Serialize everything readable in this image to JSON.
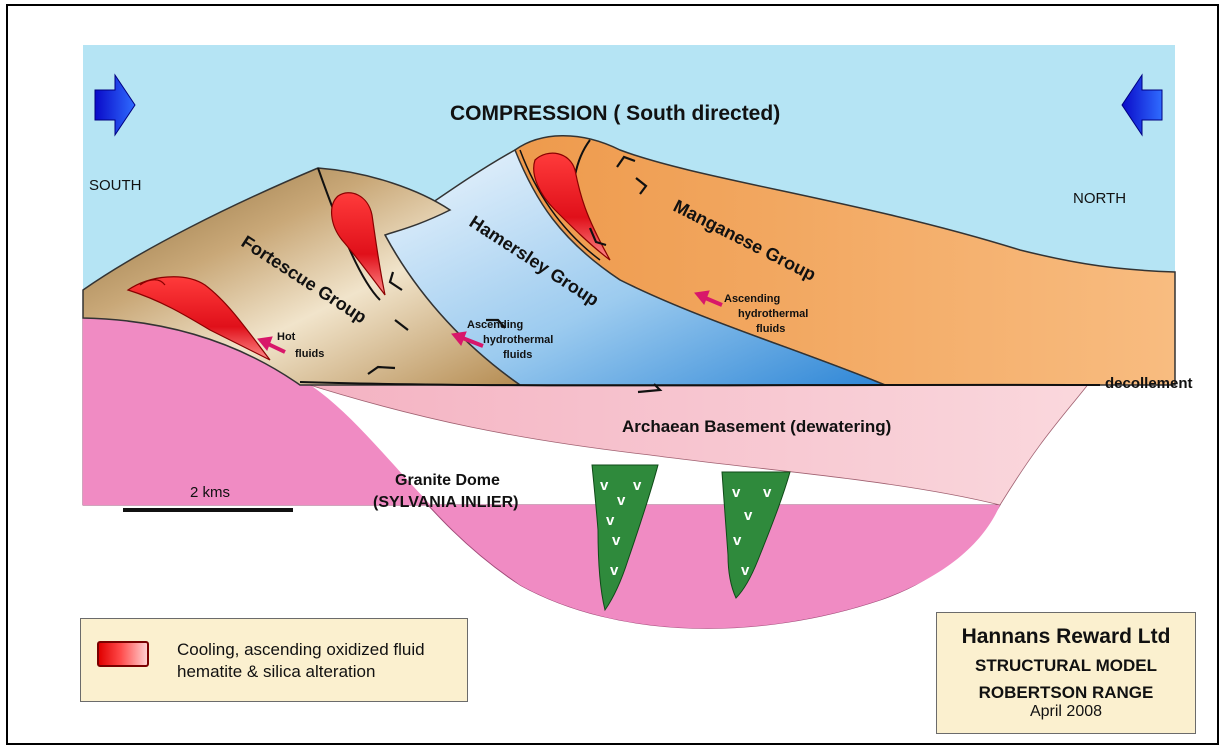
{
  "title": "COMPRESSION  ( South directed)",
  "direction_left": "SOUTH",
  "direction_right": "NORTH",
  "units": {
    "fortescue": "Fortescue Group",
    "hamersley": "Hamersley Group",
    "manganese": "Manganese Group",
    "basement": "Archaean Basement  (dewatering)",
    "granite_line1": "Granite Dome",
    "granite_line2": "(SYLVANIA INLIER)"
  },
  "fluid_labels": {
    "hot_line1": "Hot",
    "hot_line2": "fluids",
    "asc1_line1": "Ascending",
    "asc1_line2": "hydrothermal",
    "asc1_line3": "fluids",
    "asc2_line1": "Ascending",
    "asc2_line2": "hydrothermal",
    "asc2_line3": "fluids"
  },
  "decollement": "decollement",
  "scale_bar": "2 kms",
  "intrusion_symbol": "v",
  "legend": {
    "line1": "Cooling, ascending oxidized fluid",
    "line2": "hematite & silica alteration"
  },
  "title_block": {
    "company": "Hannans Reward Ltd",
    "model_line1": "STRUCTURAL MODEL",
    "model_line2": "ROBERTSON RANGE",
    "date": "April 2008"
  },
  "colors": {
    "sky": "#b5e4f4",
    "fortescue": "#c8a873",
    "hamersley": "#8fc3ea",
    "manganese": "#f2a862",
    "basement": "#f6c4cf",
    "granite": "#f08bc3",
    "fluid": "#e8141e",
    "intrusion": "#2f8a3c",
    "arrow": "#1010d8"
  }
}
